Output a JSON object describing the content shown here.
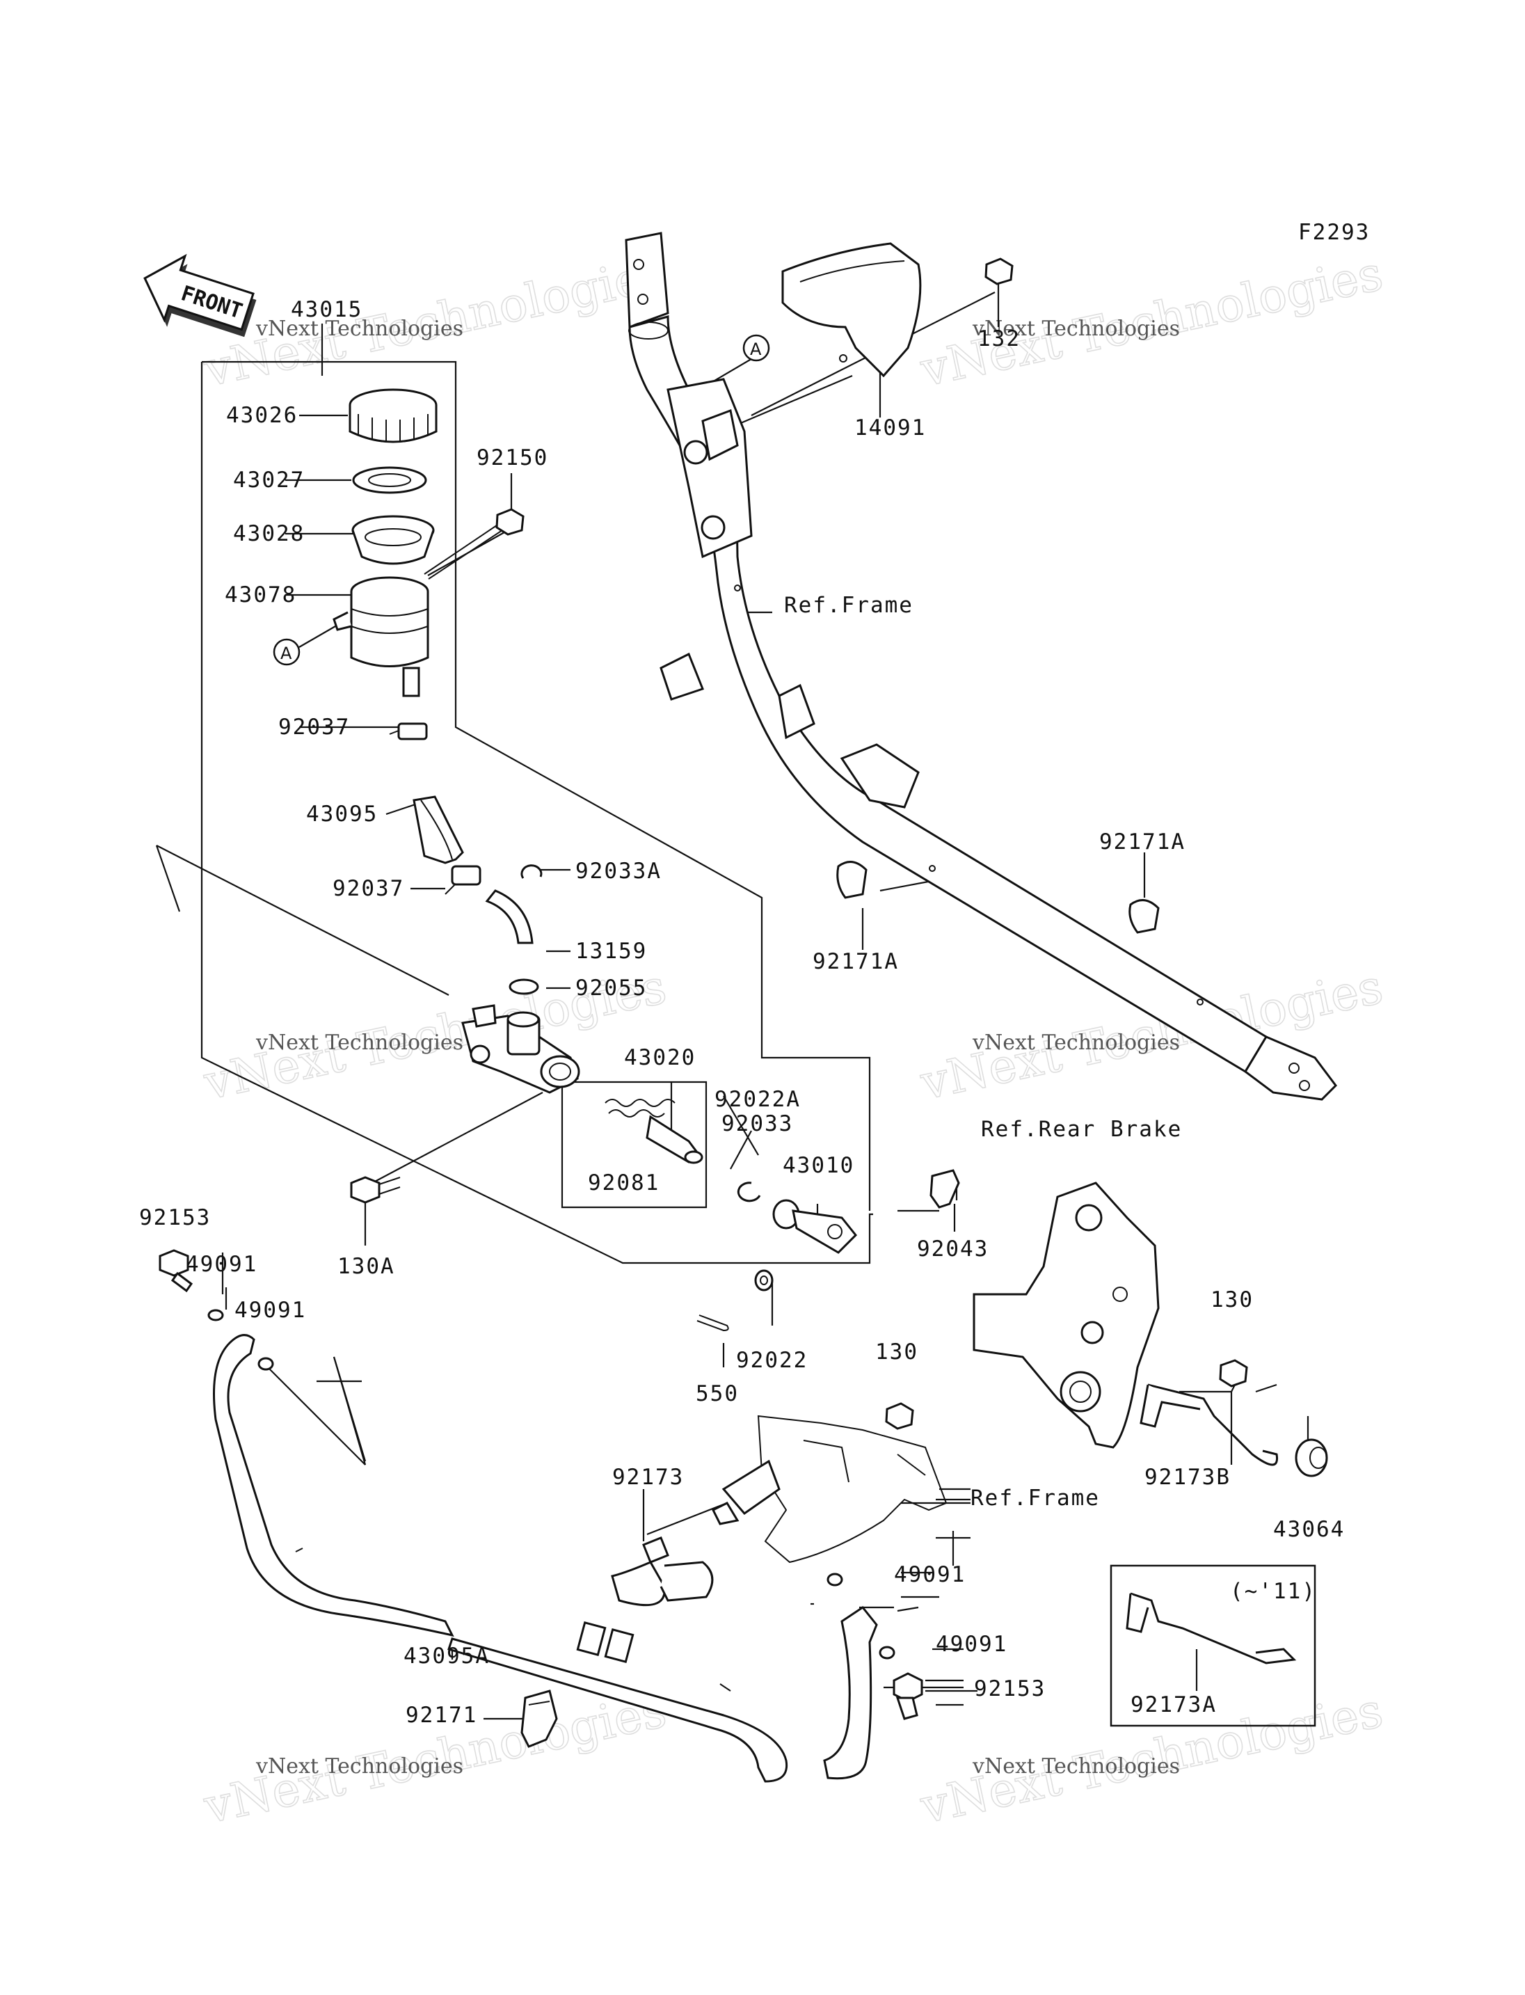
{
  "figure_code": "F2293",
  "front_marker": "FRONT",
  "circle_markers": [
    "A",
    "A"
  ],
  "watermark": {
    "main_text": "vNext Technologies",
    "sub_text": "vNext Technologies"
  },
  "ref_labels": {
    "frame_top": "Ref.Frame",
    "frame_bottom": "Ref.Frame",
    "rear_brake": "Ref.Rear Brake"
  },
  "variant_box_label": "(~'11)",
  "part_labels": {
    "p43015": "43015",
    "p43026": "43026",
    "p43027": "43027",
    "p43028": "43028",
    "p43078": "43078",
    "p92150": "92150",
    "p92037a": "92037",
    "p43095": "43095",
    "p92037b": "92037",
    "p92033a": "92033A",
    "p13159": "13159",
    "p92055": "92055",
    "p43020": "43020",
    "p92022a": "92022A",
    "p92033": "92033",
    "p92081": "92081",
    "p43010": "43010",
    "p130a": "130A",
    "p92043": "92043",
    "p92022": "92022",
    "p550": "550",
    "p92153a": "92153",
    "p49091a": "49091",
    "p49091b": "49091",
    "p132": "132",
    "p14091": "14091",
    "p92171a_top": "92171A",
    "p92171a_mid": "92171A",
    "p130b": "130",
    "p130c": "130",
    "p92173": "92173",
    "p92173b": "92173B",
    "p43064": "43064",
    "p49091c": "49091",
    "p49091d": "49091",
    "p92153b": "92153",
    "p43095a": "43095A",
    "p92171": "92171",
    "p92173a": "92173A"
  }
}
